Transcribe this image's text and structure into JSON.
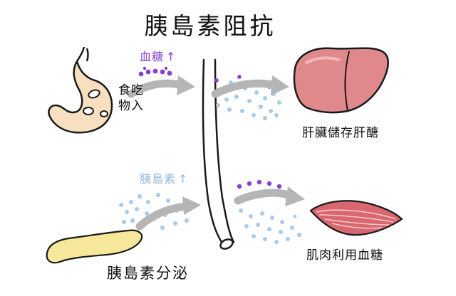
{
  "diagram": {
    "title": "胰島素阻抗",
    "food_label": "食吃物入",
    "blood_sugar_label": "血糖",
    "insulin_label": "胰島素",
    "up_arrow": "↑",
    "liver_label": "肝臟儲存肝醣",
    "muscle_label": "肌肉利用血糖",
    "pancreas_label": "胰島素分泌"
  },
  "colors": {
    "blood_sugar": "#8a3fd1",
    "insulin": "#a8cbe8",
    "liver": "#e0898d",
    "muscle": "#d9676f",
    "pancreas": "#f7e79a",
    "stomach": "#f8dfc0",
    "arrow": "#b5b5b5"
  },
  "icons": [
    "stomach-icon",
    "liver-icon",
    "muscle-icon",
    "pancreas-icon",
    "blood-vessel-icon"
  ]
}
